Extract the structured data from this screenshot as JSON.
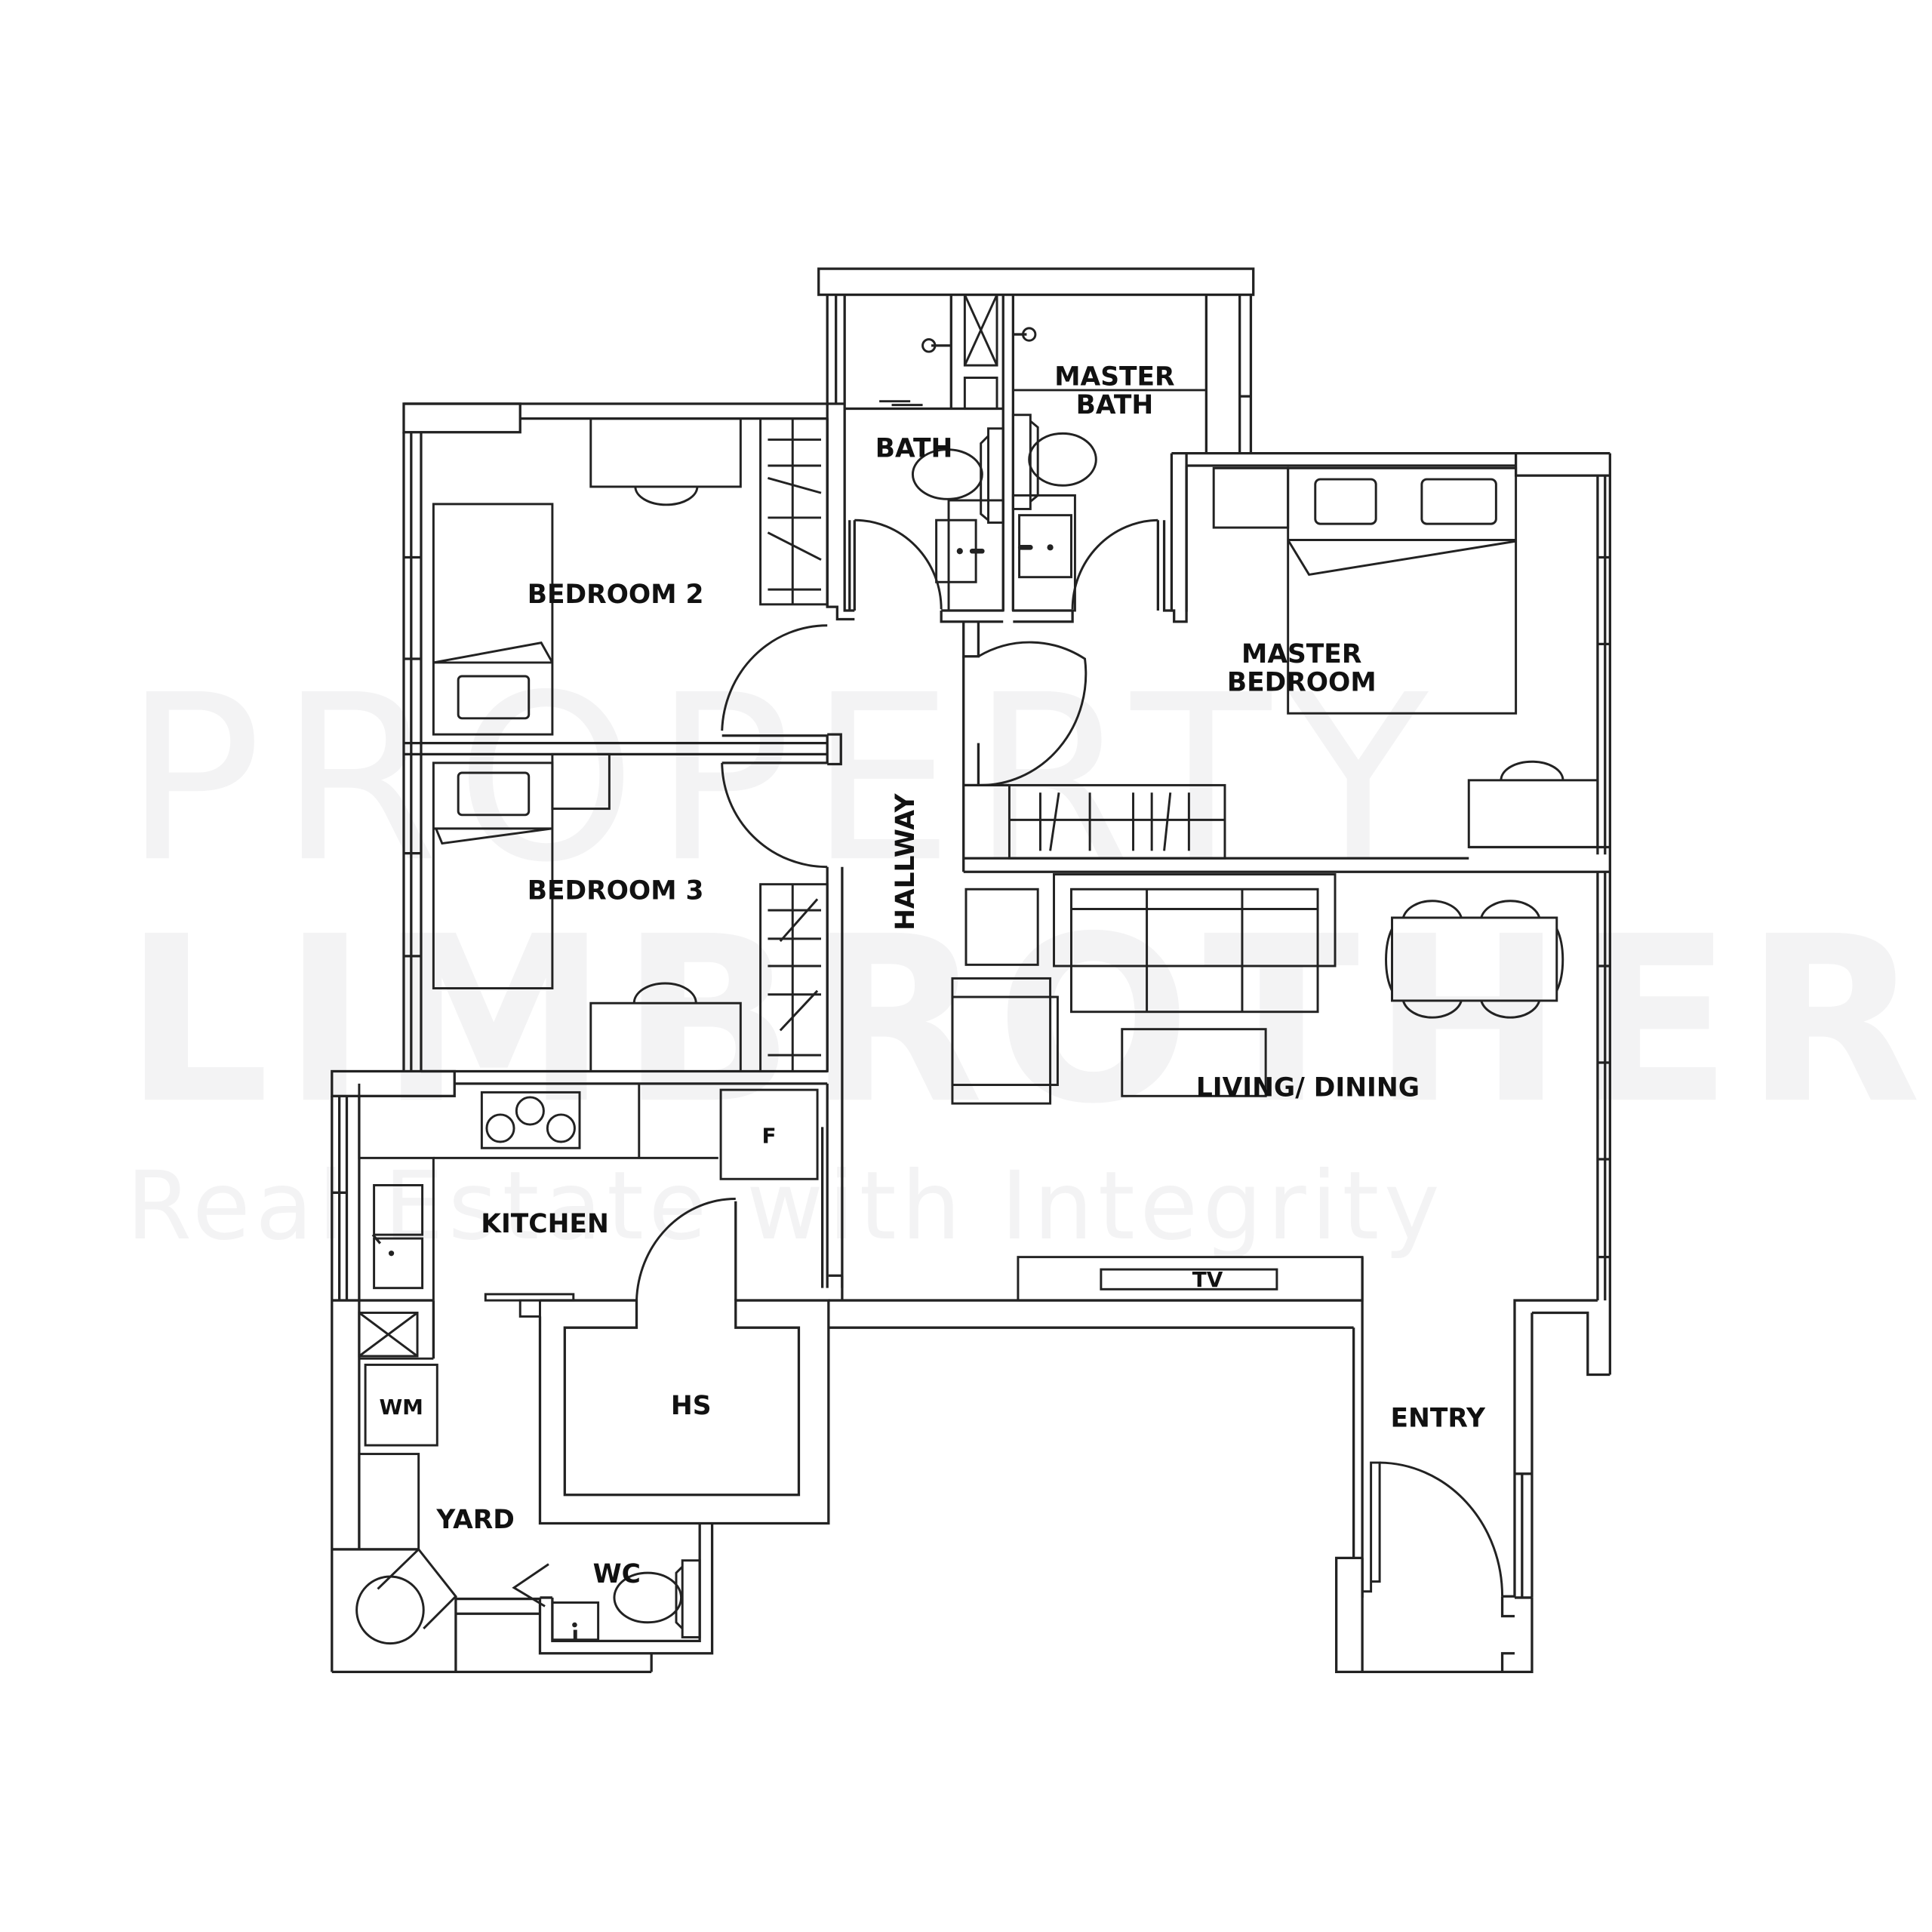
{
  "watermark": {
    "line1": "PROPERTY",
    "line2": "LIMBROTHERS",
    "tagline": "Real Estate with Integrity",
    "color": "#f3f3f4"
  },
  "rooms": {
    "bath": "BATH",
    "master_bath_line1": "MASTER",
    "master_bath_line2": "BATH",
    "bedroom2": "BEDROOM 2",
    "bedroom3": "BEDROOM 3",
    "master_bedroom_line1": "MASTER",
    "master_bedroom_line2": "BEDROOM",
    "hallway": "HALLWAY",
    "living_dining": "LIVING/ DINING",
    "kitchen": "KITCHEN",
    "hs": "HS",
    "yard": "YARD",
    "wc": "WC",
    "entry": "ENTRY"
  },
  "fixtures": {
    "fridge": "F",
    "washing_machine": "WM",
    "tv": "TV"
  },
  "colors": {
    "line": "#222222",
    "background": "#ffffff"
  }
}
